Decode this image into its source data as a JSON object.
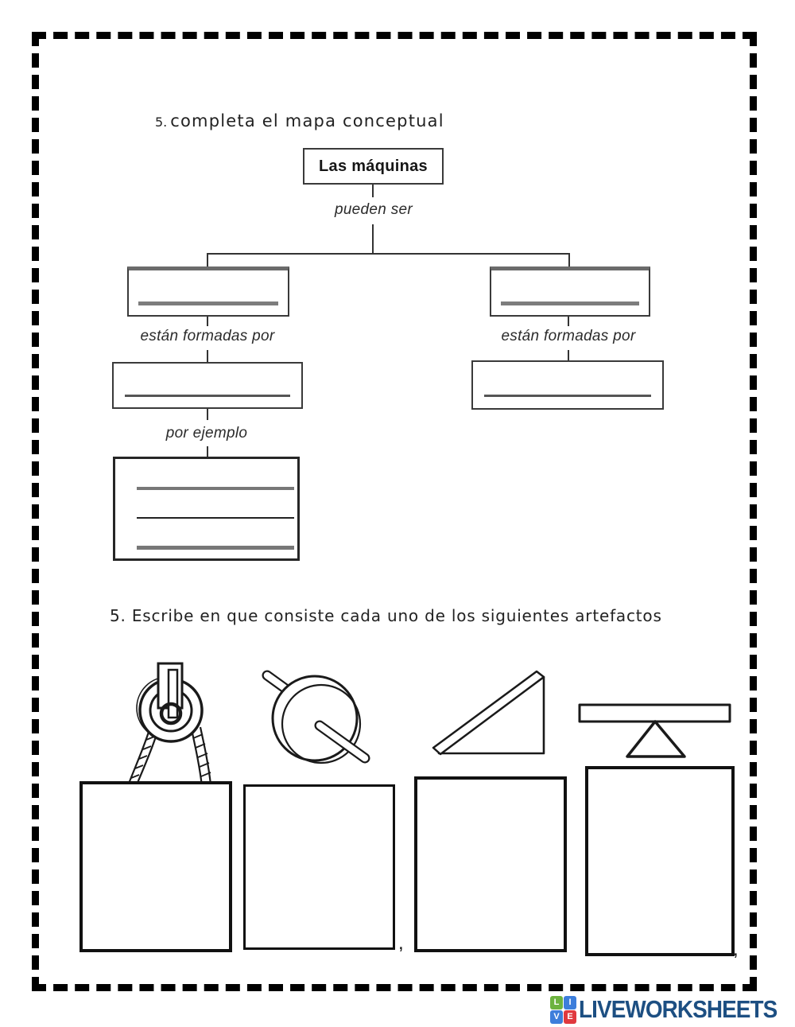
{
  "questions": {
    "q1_number": "5.",
    "q1_text": "completa el mapa conceptual",
    "q2_text": "5. Escribe en que consiste cada uno de los siguientes artefactos"
  },
  "concept_map": {
    "root": "Las máquinas",
    "link_root": "pueden ser",
    "link_left": "están formadas por",
    "link_right": "están formadas por",
    "link_example": "por ejemplo"
  },
  "artifact_icons": [
    "pulley-icon",
    "wheel-and-axle-icon",
    "inclined-plane-icon",
    "lever-icon"
  ],
  "punctuation": {
    "comma_after_box2": ",",
    "comma_after_box4": ","
  },
  "colors": {
    "page_border": "#000000",
    "box_border": "#3a3a3a",
    "answer_line_gray": "#7d7d7d",
    "brand_blue": "#1d4f82"
  },
  "footer": {
    "brand": "LIVEWORKSHEETS",
    "logo_squares": [
      {
        "letter": "L",
        "style": "background:#6db33f"
      },
      {
        "letter": "I",
        "style": "background:#3d7edb"
      },
      {
        "letter": "V",
        "style": "background:#3d7edb"
      },
      {
        "letter": "E",
        "style": "background:#e0393e"
      }
    ]
  }
}
